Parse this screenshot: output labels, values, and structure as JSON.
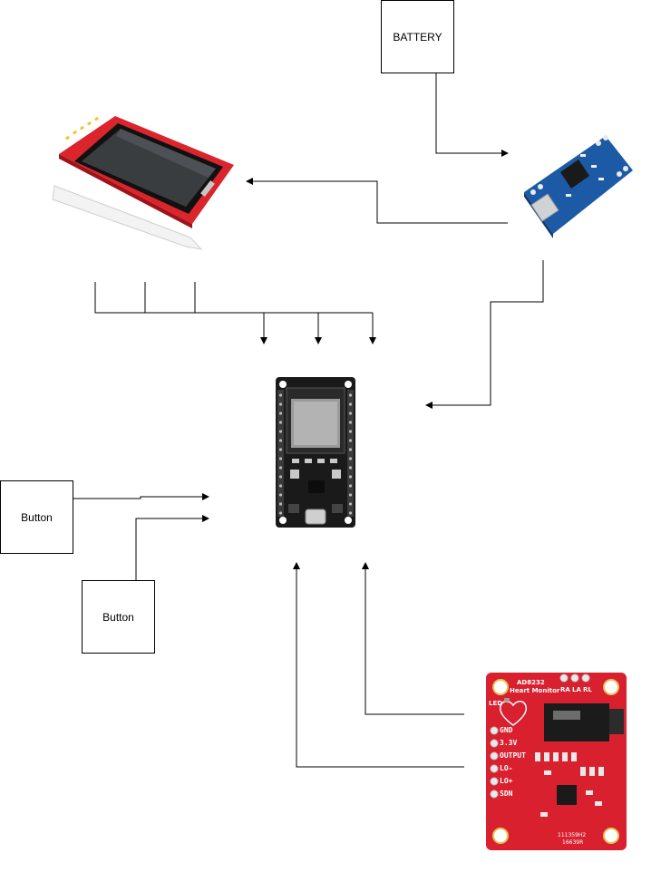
{
  "blocks": {
    "battery": "BATTERY",
    "button_1": "Button",
    "button_2": "Button"
  },
  "modules": {
    "tft_display": {
      "icon": "tft-display-module"
    },
    "charger": {
      "icon": "tp4056-charger-module"
    },
    "mcu": {
      "icon": "esp32-devkit-board"
    },
    "heart_monitor": {
      "icon": "ad8232-heart-monitor-board",
      "title_line1": "AD8232",
      "title_line2": "Heart Monitor",
      "led": "LED",
      "pins": [
        "GND",
        "3.3V",
        "OUTPUT",
        "LO-",
        "LO+",
        "SDN"
      ],
      "top_pads": [
        "RA",
        "LA",
        "RL"
      ],
      "code_line1": "111359H2",
      "code_line2": "16639R"
    }
  },
  "colors": {
    "tft_pcb": "#d9252b",
    "charger_pcb": "#1c5aa6",
    "mcu_pcb": "#1a1a1a",
    "heart_pcb": "#d8202f"
  }
}
